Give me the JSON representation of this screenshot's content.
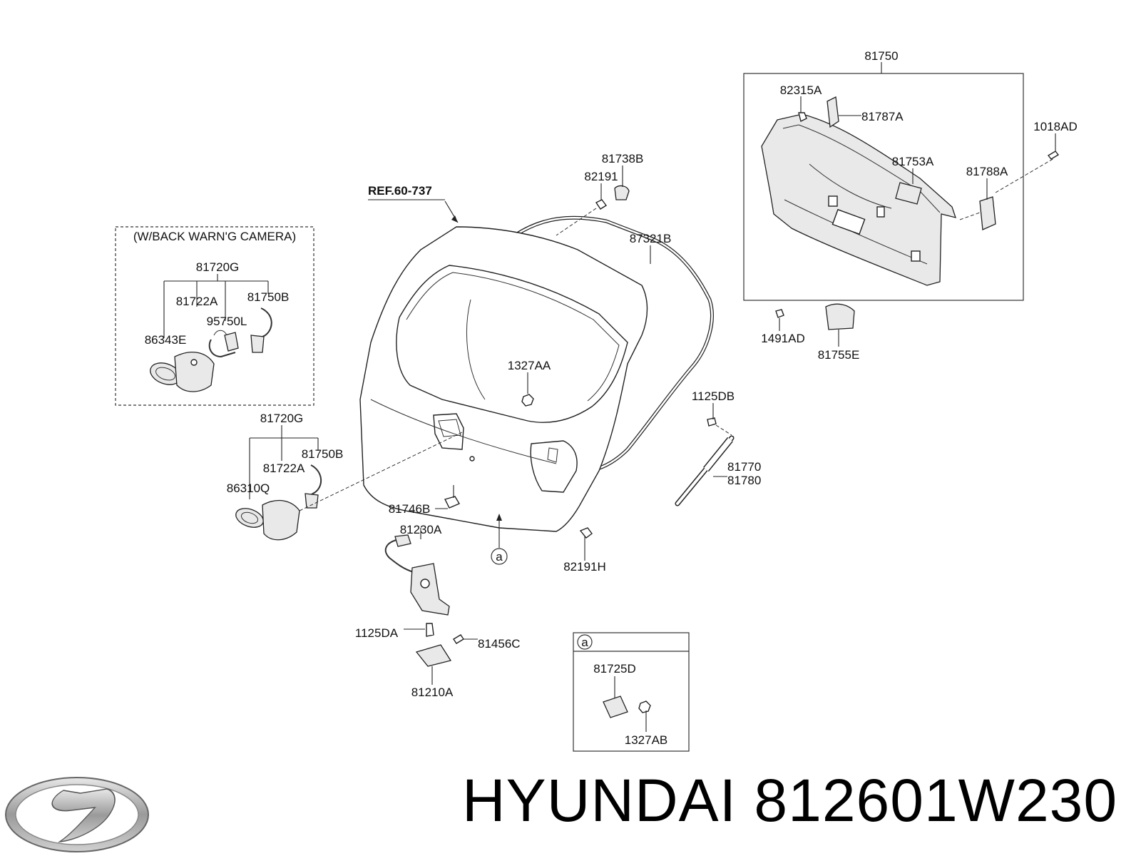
{
  "diagram": {
    "ref_label": "REF.60-737",
    "camera_box_title": "(W/BACK WARN'G CAMERA)",
    "callout_letter": "a",
    "parts": {
      "p81750": "81750",
      "p82315A": "82315A",
      "p81787A": "81787A",
      "p1018AD": "1018AD",
      "p81753A": "81753A",
      "p81788A": "81788A",
      "p1491AD": "1491AD",
      "p81755E": "81755E",
      "p81738B": "81738B",
      "p82191": "82191",
      "p87321B": "87321B",
      "p81720G_top": "81720G",
      "p81722A_top": "81722A",
      "p81750B_top": "81750B",
      "p95750L": "95750L",
      "p86343E": "86343E",
      "p1327AA": "1327AA",
      "p1125DB": "1125DB",
      "p81770": "81770",
      "p81780": "81780",
      "p81720G_bot": "81720G",
      "p81722A_bot": "81722A",
      "p81750B_bot": "81750B",
      "p86310Q": "86310Q",
      "p81746B": "81746B",
      "p81230A": "81230A",
      "p82191H": "82191H",
      "p1125DA": "1125DA",
      "p81456C": "81456C",
      "p81210A": "81210A",
      "p81725D": "81725D",
      "p1327AB": "1327AB"
    }
  },
  "footer": {
    "brand_text": "HYUNDAI 812601W230"
  }
}
